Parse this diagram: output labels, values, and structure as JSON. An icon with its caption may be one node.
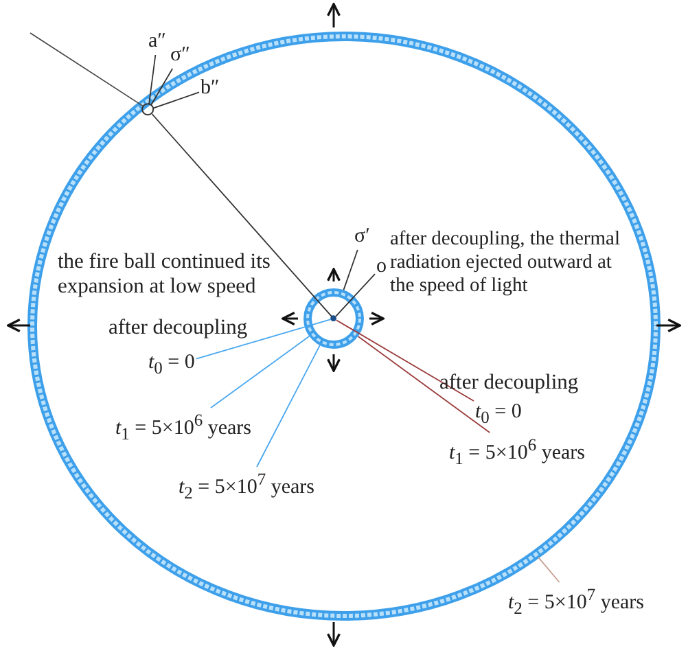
{
  "diagram": {
    "nodes": [
      {
        "text": [],
        "shape": "circle"
      },
      {
        "text": [],
        "shape": "circle",
        "in": 0
      },
      {
        "text": [],
        "shape": "circle",
        "in": 0
      },
      {
        "text": [],
        "shape": "circle",
        "in": 1
      },
      {
        "text": [
          "a″"
        ]
      },
      {
        "text": [
          "σ″"
        ]
      },
      {
        "text": [
          "b″"
        ],
        "in": 0
      },
      {
        "text": [
          "σ′"
        ],
        "in": 0
      },
      {
        "text": [
          "o"
        ],
        "in": 0
      },
      {
        "text": [
          "*t*$_{0}$ = 0"
        ],
        "in": 0
      },
      {
        "text": [
          "*t*$_{1}$ = 5×10$^{6}$ years"
        ],
        "in": 0
      },
      {
        "text": [
          "*t*$_{2}$ = 5×10$^{7}$ years"
        ],
        "in": 0
      },
      {
        "text": [
          "*t*$_{0}$ = 0"
        ],
        "in": 0
      },
      {
        "text": [
          "*t*$_{1}$ = 5×10$^{6}$ years"
        ],
        "in": 0
      },
      {
        "text": [
          "*t*$_{2}$ = 5×10$^{7}$ years"
        ]
      }
    ],
    "edges": [
      {
        "from": 2,
        "to": 3,
        "arrow": "none"
      },
      {
        "from": 4,
        "to": 2,
        "arrow": "none"
      },
      {
        "from": 5,
        "to": 2,
        "arrow": "none"
      },
      {
        "from": 6,
        "to": 2,
        "arrow": "none"
      },
      {
        "from": 7,
        "to": 1,
        "arrow": "none"
      },
      {
        "from": 8,
        "to": 3,
        "arrow": "none"
      },
      {
        "from": 9,
        "to": 3,
        "arrow": "none",
        "color": "#4aa8f0"
      },
      {
        "from": 10,
        "to": 1,
        "arrow": "none",
        "color": "#4aa8f0"
      },
      {
        "from": 11,
        "to": 1,
        "arrow": "none",
        "color": "#4aa8f0"
      },
      {
        "from": 12,
        "to": 3,
        "arrow": "none",
        "color": "#9b3b3b"
      },
      {
        "from": 13,
        "to": 1,
        "arrow": "none",
        "color": "#9b3b3b"
      },
      {
        "from": 14,
        "to": 0,
        "arrow": "none",
        "color": "#c8a090"
      }
    ],
    "labels": [
      "the fire ball continued its expansion at low speed",
      "after decoupling, the thermal radiation ejected outward at the speed of light",
      "after decoupling",
      "after decoupling"
    ]
  }
}
